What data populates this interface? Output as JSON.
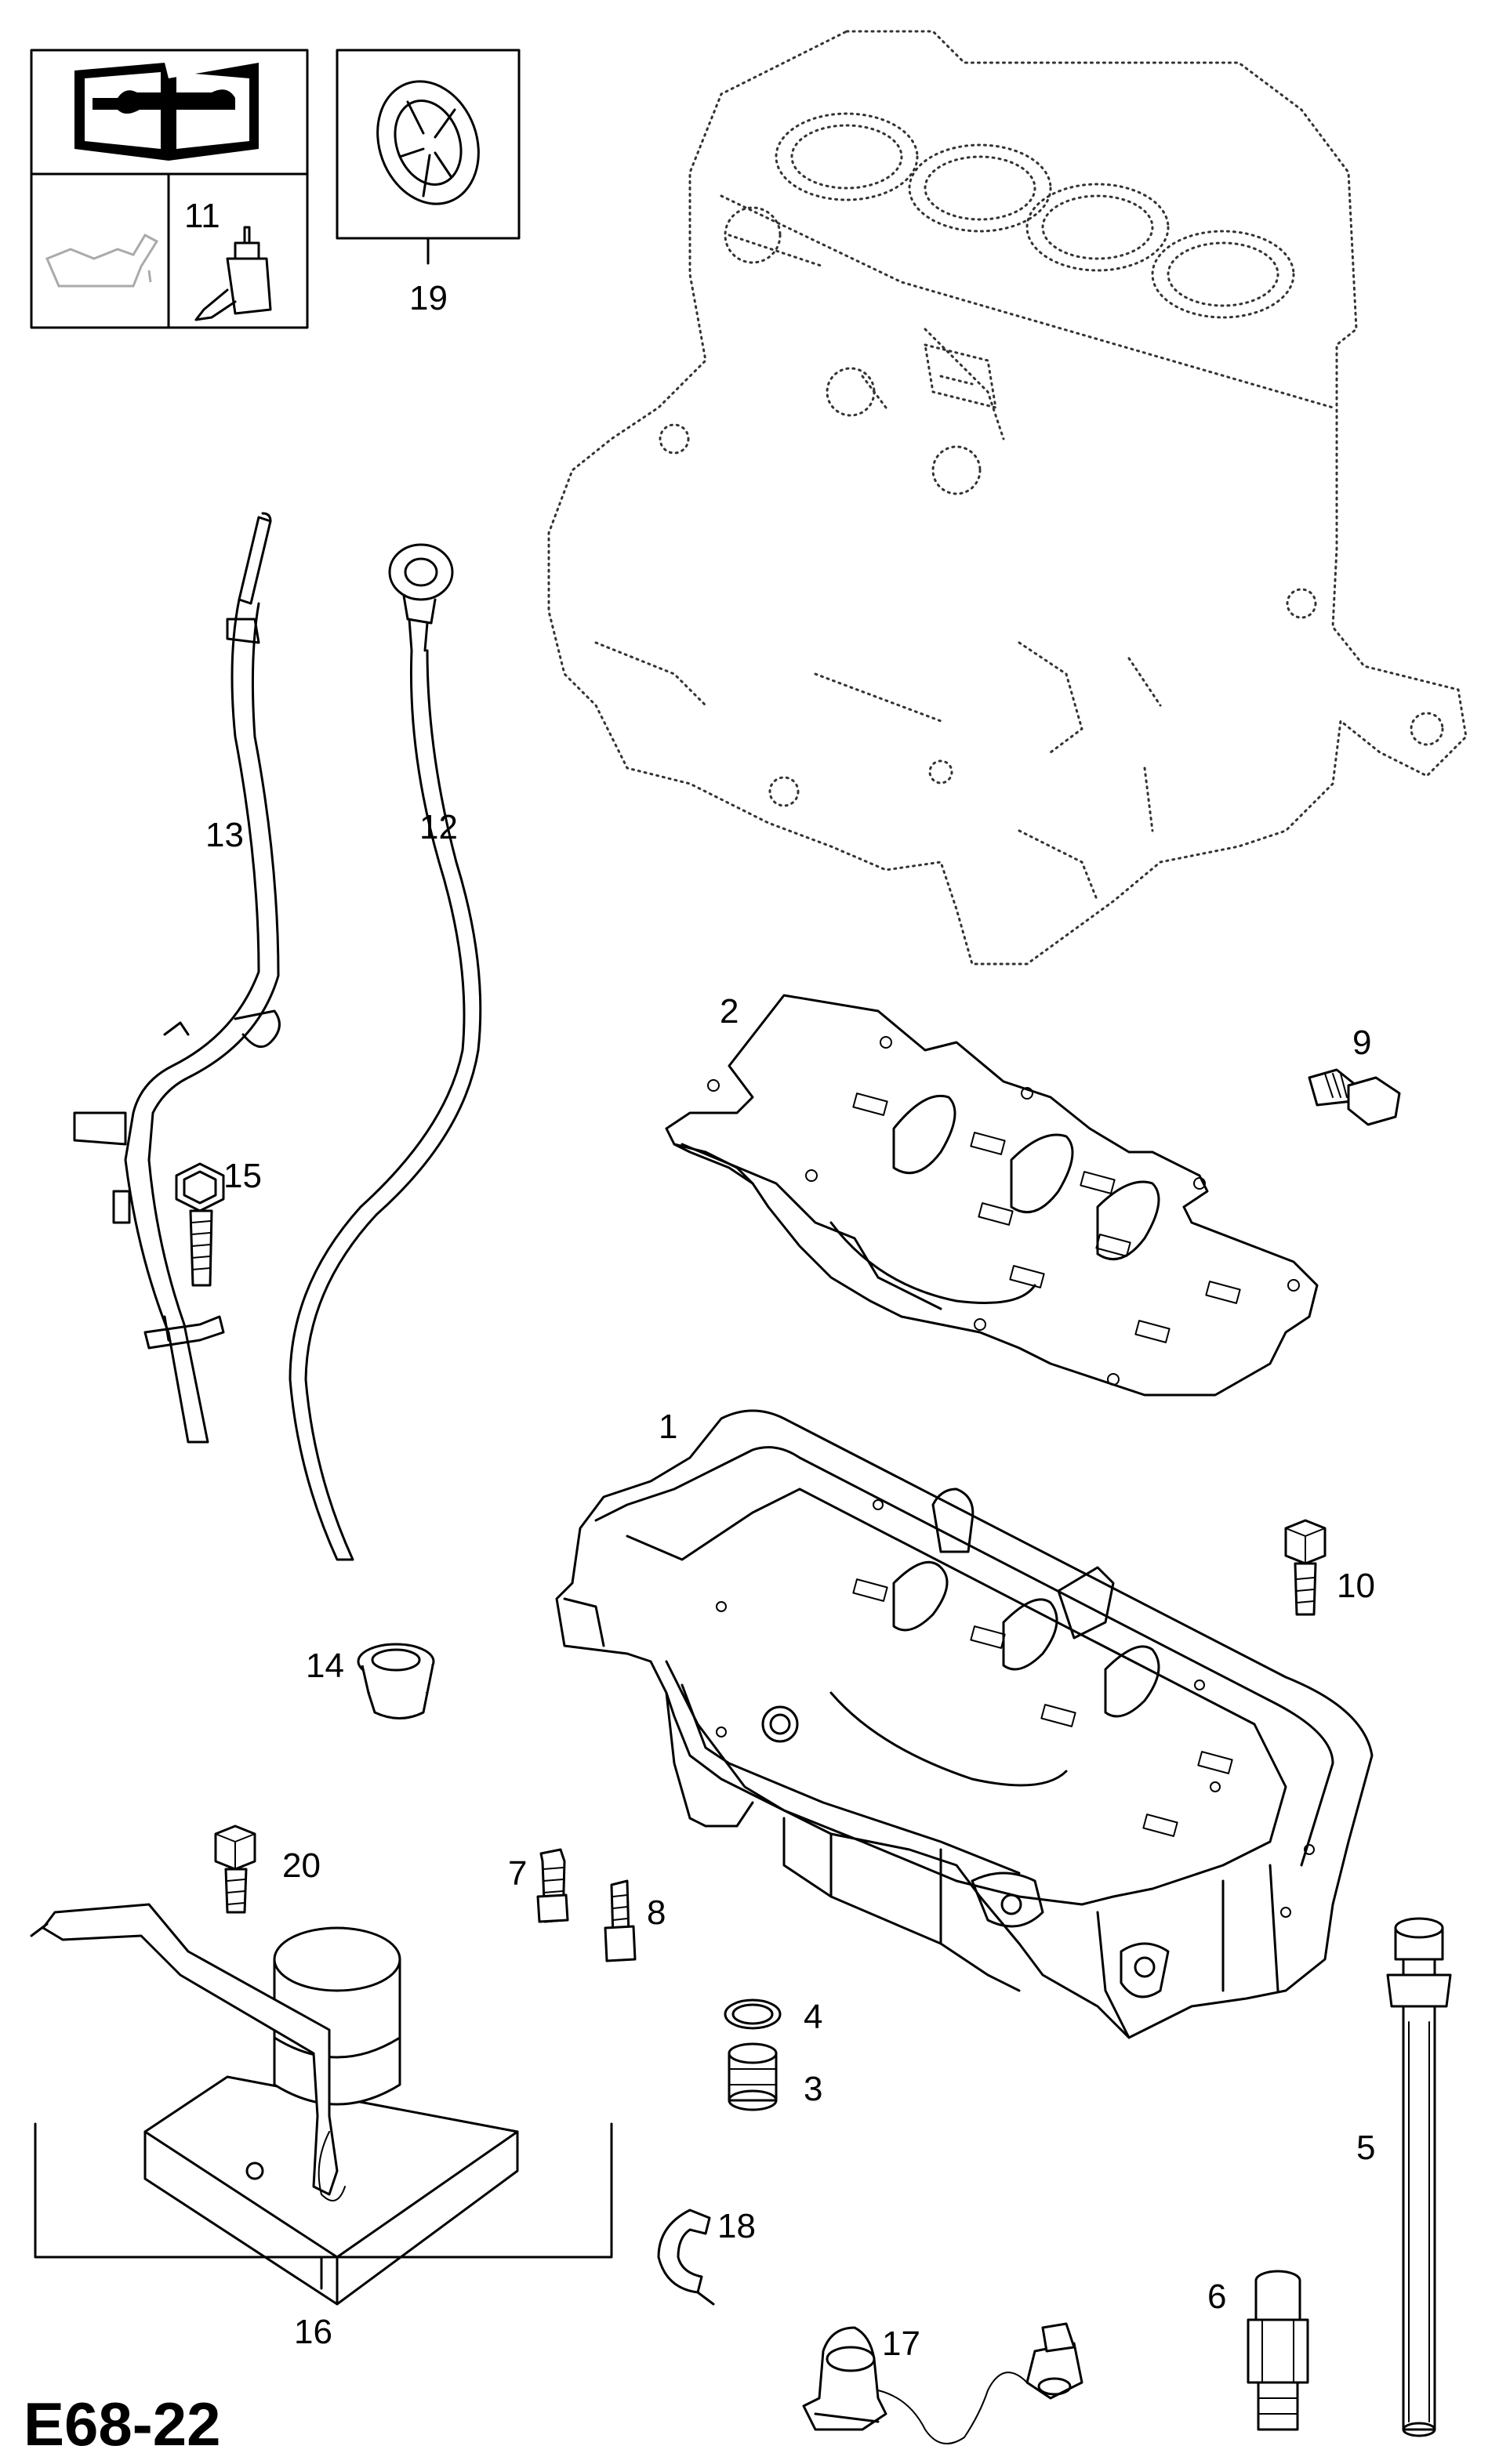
{
  "diagram": {
    "code": "E68-22",
    "part_labels": {
      "p1": "1",
      "p2": "2",
      "p3": "3",
      "p4": "4",
      "p5": "5",
      "p6": "6",
      "p7": "7",
      "p8": "8",
      "p9": "9",
      "p10": "10",
      "p11": "11",
      "p12": "12",
      "p13": "13",
      "p14": "14",
      "p15": "15",
      "p16": "16",
      "p17": "17",
      "p18": "18",
      "p19": "19",
      "p20": "20"
    },
    "legend_icons": [
      "workshop-manual-icon",
      "oil-can-icon",
      "sealant-tube-icon",
      "retaining-clip-icon"
    ]
  }
}
